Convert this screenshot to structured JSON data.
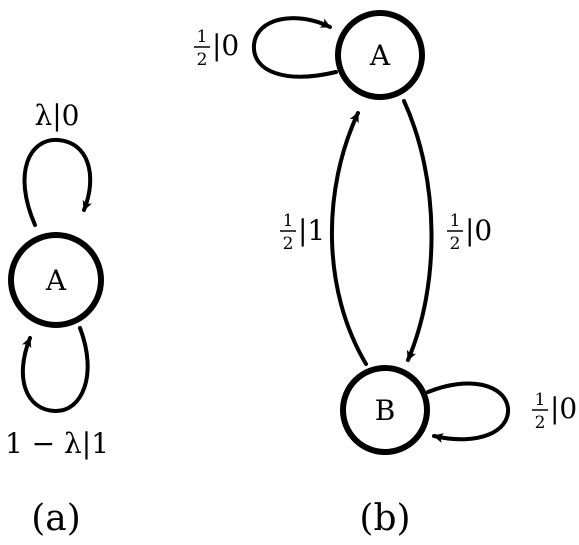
{
  "panels": {
    "a": {
      "caption": "(a)",
      "node_label": "A",
      "self_loop_top_label": "λ|0",
      "self_loop_bottom_label": "1 − λ|1"
    },
    "b": {
      "caption": "(b)",
      "node_a_label": "A",
      "node_b_label": "B",
      "loop_a": {
        "num": "1",
        "den": "2",
        "out": "|0"
      },
      "edge_b_to_a": {
        "num": "1",
        "den": "2",
        "out": "|1"
      },
      "edge_a_to_b": {
        "num": "1",
        "den": "2",
        "out": "|0"
      },
      "loop_b": {
        "num": "1",
        "den": "2",
        "out": "|0"
      }
    }
  }
}
